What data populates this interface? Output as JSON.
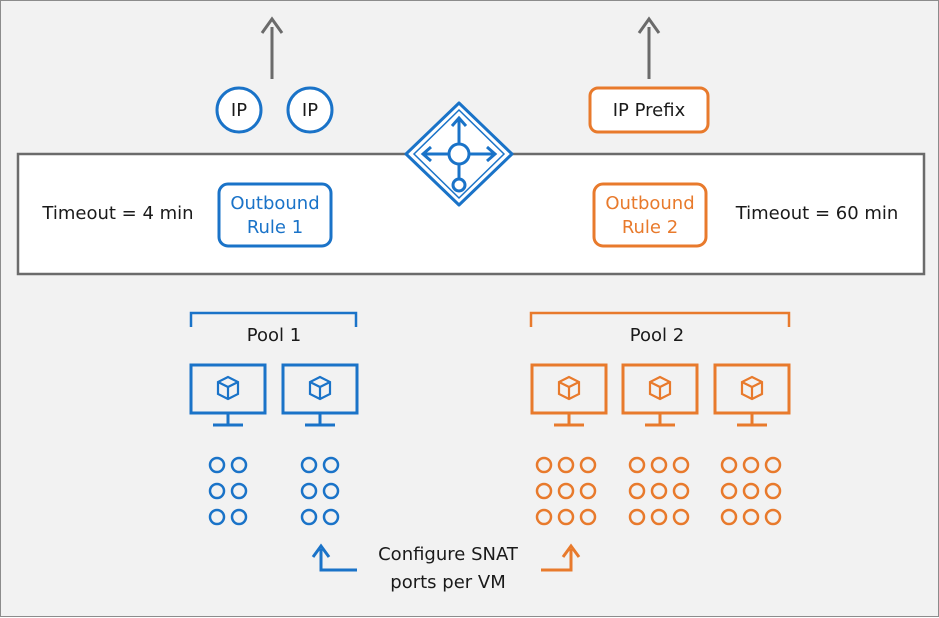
{
  "top_left": {
    "ip_1": "IP",
    "ip_2": "IP"
  },
  "top_right": {
    "ip_prefix": "IP Prefix"
  },
  "load_balancer": {
    "rule_1": {
      "line1": "Outbound",
      "line2": "Rule 1",
      "timeout": "Timeout = 4 min"
    },
    "rule_2": {
      "line1": "Outbound",
      "line2": "Rule 2",
      "timeout": "Timeout = 60 min"
    }
  },
  "pools": {
    "pool_1": {
      "label": "Pool 1",
      "vm_count": 2
    },
    "pool_2": {
      "label": "Pool 2",
      "vm_count": 3
    }
  },
  "snat": {
    "line1": "Configure SNAT",
    "line2": "ports per VM"
  },
  "colors": {
    "blue": "#1a73c8",
    "orange": "#e87a2c",
    "gray": "#6b6b6b",
    "background": "#f2f2f2"
  },
  "icons": {
    "lb": "load-balancer-icon",
    "vm": "vm-cube-icon"
  }
}
